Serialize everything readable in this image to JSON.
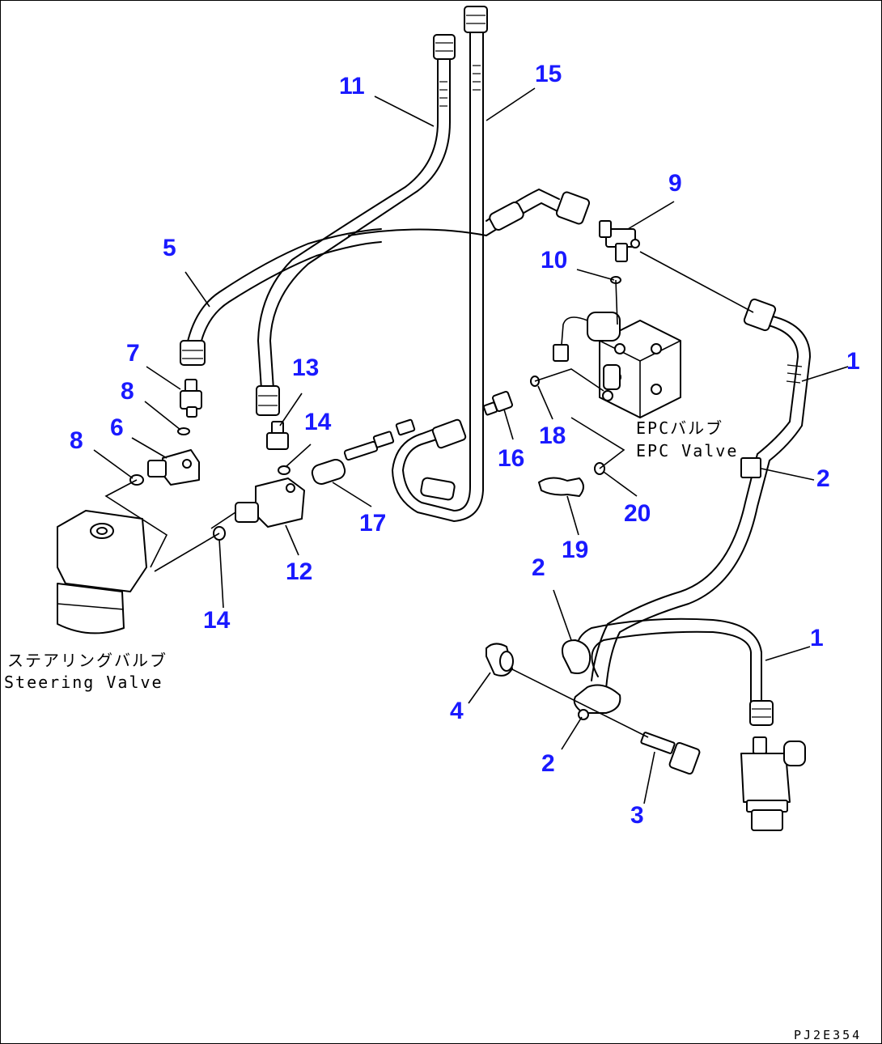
{
  "callouts": [
    {
      "id": "c1a",
      "text": "1"
    },
    {
      "id": "c1b",
      "text": "1"
    },
    {
      "id": "c2a",
      "text": "2"
    },
    {
      "id": "c2b",
      "text": "2"
    },
    {
      "id": "c2c",
      "text": "2"
    },
    {
      "id": "c3",
      "text": "3"
    },
    {
      "id": "c4",
      "text": "4"
    },
    {
      "id": "c5",
      "text": "5"
    },
    {
      "id": "c6",
      "text": "6"
    },
    {
      "id": "c7",
      "text": "7"
    },
    {
      "id": "c8a",
      "text": "8"
    },
    {
      "id": "c8b",
      "text": "8"
    },
    {
      "id": "c9",
      "text": "9"
    },
    {
      "id": "c10",
      "text": "10"
    },
    {
      "id": "c11",
      "text": "11"
    },
    {
      "id": "c12",
      "text": "12"
    },
    {
      "id": "c13",
      "text": "13"
    },
    {
      "id": "c14a",
      "text": "14"
    },
    {
      "id": "c14b",
      "text": "14"
    },
    {
      "id": "c15",
      "text": "15"
    },
    {
      "id": "c16",
      "text": "16"
    },
    {
      "id": "c17",
      "text": "17"
    },
    {
      "id": "c18",
      "text": "18"
    },
    {
      "id": "c19",
      "text": "19"
    },
    {
      "id": "c20",
      "text": "20"
    }
  ],
  "captions": {
    "epc_jp": "EPCバルブ",
    "epc_en": "EPC Valve",
    "steering_jp": "ステアリングバルブ",
    "steering_en": "Steering Valve"
  },
  "drawing_code": "PJ2E354",
  "colors": {
    "callout": "#1a1aff",
    "line": "#000000",
    "background": "#ffffff"
  }
}
